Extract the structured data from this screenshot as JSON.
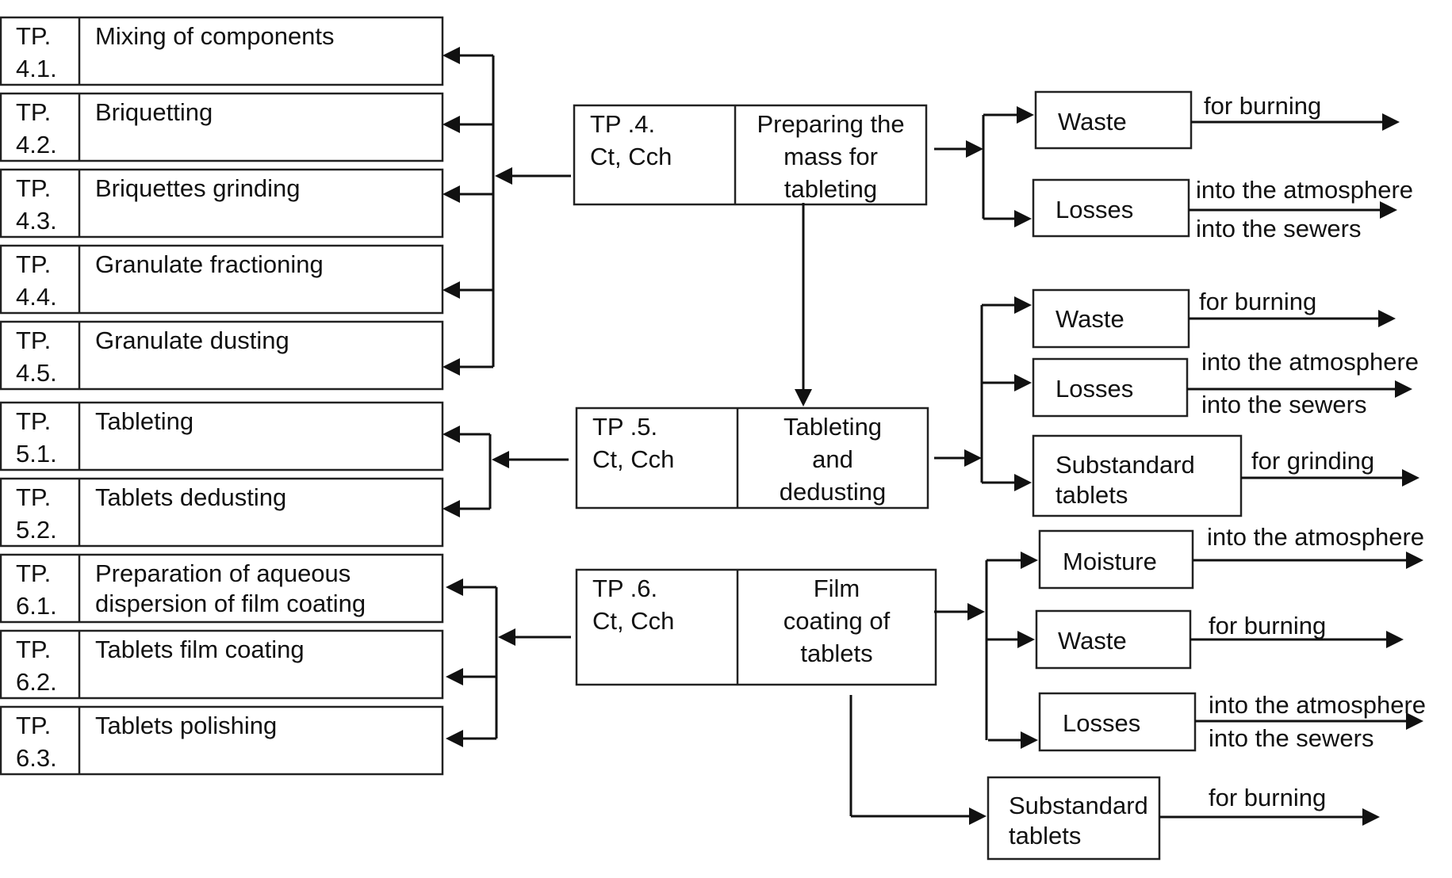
{
  "sub_steps": [
    {
      "code": [
        "TP.",
        "4.1."
      ],
      "label": [
        "Mixing  of components"
      ]
    },
    {
      "code": [
        "TP.",
        "4.2."
      ],
      "label": [
        "Briquetting"
      ]
    },
    {
      "code": [
        "TP.",
        "4.3."
      ],
      "label": [
        "Briquettes grinding"
      ]
    },
    {
      "code": [
        "TP.",
        "4.4."
      ],
      "label": [
        "Granulate fractioning"
      ]
    },
    {
      "code": [
        "TP.",
        "4.5."
      ],
      "label": [
        "Granulate dusting"
      ]
    },
    {
      "code": [
        "TP.",
        "5.1."
      ],
      "label": [
        "Tableting"
      ]
    },
    {
      "code": [
        "TP.",
        "5.2."
      ],
      "label": [
        "Tablets dedusting"
      ]
    },
    {
      "code": [
        "TP.",
        "6.1."
      ],
      "label": [
        "Preparation of aqueous",
        "dispersion of film coating"
      ]
    },
    {
      "code": [
        "TP.",
        "6.2."
      ],
      "label": [
        "Tablets film coating"
      ]
    },
    {
      "code": [
        "TP.",
        "6.3."
      ],
      "label": [
        "Tablets polishing"
      ]
    }
  ],
  "processes": [
    {
      "code": [
        "TP .4.",
        "Ct, Cch"
      ],
      "label": [
        "Preparing the",
        "mass for",
        "tableting"
      ]
    },
    {
      "code": [
        "TP .5.",
        "Ct, Cch"
      ],
      "label": [
        "Tableting",
        "and",
        "dedusting"
      ]
    },
    {
      "code": [
        "TP .6.",
        "Ct, Cch"
      ],
      "label": [
        "Film",
        "coating of",
        "tablets"
      ]
    }
  ],
  "outputs": [
    {
      "group": 4,
      "label": [
        "Waste"
      ],
      "destinations": [
        "for burning"
      ]
    },
    {
      "group": 4,
      "label": [
        "Losses"
      ],
      "destinations": [
        "into the atmosphere",
        "into the sewers"
      ]
    },
    {
      "group": 5,
      "label": [
        "Waste"
      ],
      "destinations": [
        "for burning"
      ]
    },
    {
      "group": 5,
      "label": [
        "Losses"
      ],
      "destinations": [
        "into the atmosphere",
        "into the sewers"
      ]
    },
    {
      "group": 5,
      "label": [
        "Substandard",
        "tablets"
      ],
      "destinations": [
        "for grinding"
      ]
    },
    {
      "group": 6,
      "label": [
        "Moisture"
      ],
      "destinations": [
        "into the atmosphere"
      ]
    },
    {
      "group": 6,
      "label": [
        "Waste"
      ],
      "destinations": [
        "for burning"
      ]
    },
    {
      "group": 6,
      "label": [
        "Losses"
      ],
      "destinations": [
        "into the atmosphere",
        "into the sewers"
      ]
    },
    {
      "group": 6,
      "label": [
        "Substandard",
        "tablets"
      ],
      "destinations": [
        "for burning"
      ]
    }
  ]
}
